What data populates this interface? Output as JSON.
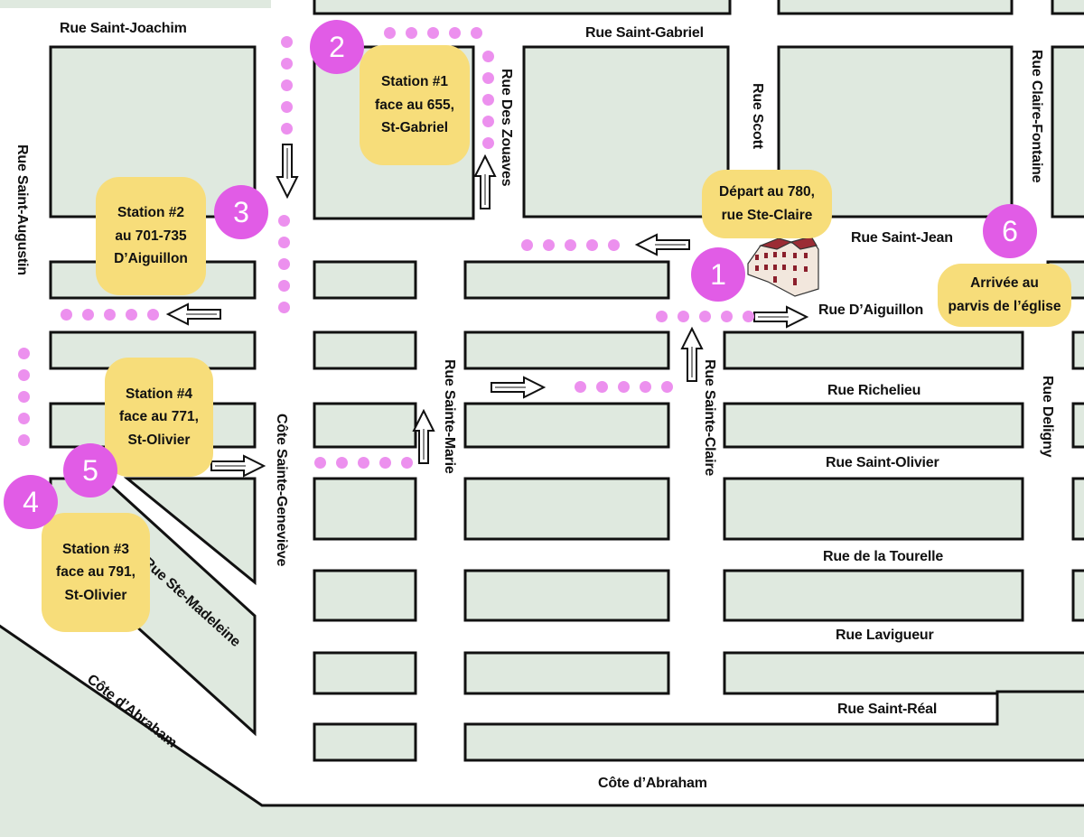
{
  "colors": {
    "block": "#dfe9df",
    "road": "#ffffff",
    "outline": "#111111",
    "note": "#f7dd7a",
    "badge": "#e15ce6",
    "dot": "#ec90ee"
  },
  "streets": {
    "saint_joachim": "Rue Saint-Joachim",
    "saint_gabriel": "Rue Saint-Gabriel",
    "des_zouaves": "Rue Des Zouaves",
    "scott": "Rue Scott",
    "claire_fontaine": "Rue Claire-Fontaine",
    "saint_augustin": "Rue Saint-Augustin",
    "saint_jean": "Rue Saint-Jean",
    "d_aiguillon": "Rue D’Aiguillon",
    "richelieu": "Rue Richelieu",
    "deligny": "Rue Deligny",
    "sainte_marie": "Rue Sainte-Marie",
    "sainte_claire": "Rue Sainte-Claire",
    "saint_olivier": "Rue Saint-Olivier",
    "cote_sainte_genevieve": "Côte Sainte-Geneviève",
    "ste_madeleine": "Rue Ste-Madeleine",
    "de_la_tourelle": "Rue de la Tourelle",
    "lavigueur": "Rue Lavigueur",
    "saint_real": "Rue Saint-Réal",
    "cote_abraham_diag": "Côte d’Abraham",
    "cote_abraham": "Côte d’Abraham"
  },
  "stops": [
    {
      "number": "1",
      "lines": [
        "Départ au 780,",
        "rue Ste-Claire"
      ]
    },
    {
      "number": "2",
      "lines": [
        "Station #1",
        "face au 655,",
        "St-Gabriel"
      ]
    },
    {
      "number": "3",
      "lines": [
        "Station #2",
        "au 701-735",
        "D’Aiguillon"
      ]
    },
    {
      "number": "4",
      "lines": [
        "Station #3",
        "face au 791,",
        "St-Olivier"
      ]
    },
    {
      "number": "5",
      "lines": [
        "Station #4",
        "face au 771,",
        "St-Olivier"
      ]
    },
    {
      "number": "6",
      "lines": [
        "Arrivée au",
        "parvis de l’église"
      ]
    }
  ]
}
